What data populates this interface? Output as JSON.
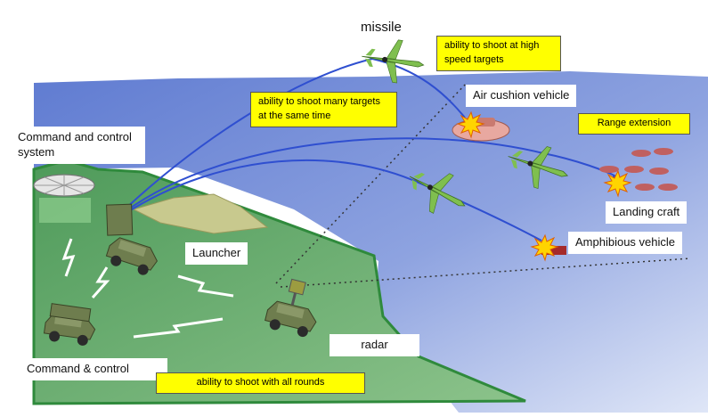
{
  "labels": {
    "missile": "missile",
    "command_control_system": "Command and control system",
    "launcher": "Launcher",
    "radar": "radar",
    "command_control": "Command & control",
    "air_cushion_vehicle": "Air cushion vehicle",
    "landing_craft": "Landing craft",
    "amphibious_vehicle": "Amphibious vehicle"
  },
  "callouts": {
    "high_speed": "ability to shoot at high speed targets",
    "many_targets": "ability to shoot many targets at the same time",
    "range_extension": "Range extension",
    "all_rounds": "ability to shoot with all rounds"
  },
  "colors": {
    "sea": "#6f89d6",
    "land": "#5fa566",
    "land_edge": "#2f8a3c",
    "trajectory": "#2f4fd0",
    "callout_fill": "#ffff00",
    "vehicle": "#6e7d4e",
    "missile": "#7fbf4f",
    "explosion": "#ffd400"
  },
  "icons": [
    "missile-icon",
    "launcher-truck-icon",
    "radar-truck-icon",
    "command-truck-icon",
    "command-dish-icon",
    "hovercraft-icon",
    "explosion-icon",
    "lightning-icon"
  ]
}
